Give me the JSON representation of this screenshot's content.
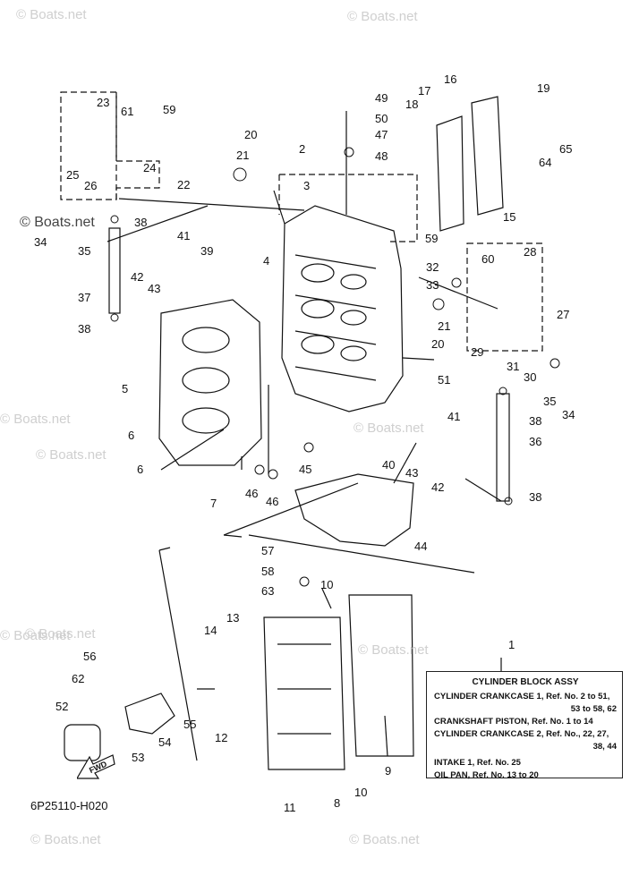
{
  "watermarks": [
    {
      "text": "© Boats.net",
      "style": "light"
    },
    {
      "text": "© Boats.net",
      "style": "light"
    },
    {
      "text": "© Boats.net",
      "style": "dark"
    },
    {
      "text": "© Boats.net",
      "style": "light"
    },
    {
      "text": "© Boats.net",
      "style": "light"
    },
    {
      "text": "© Boats.net",
      "style": "light"
    },
    {
      "text": "© Boats.net",
      "style": "light"
    },
    {
      "text": "© Boats.net",
      "style": "light"
    },
    {
      "text": "© Boats.net",
      "style": "light"
    },
    {
      "text": "© Boats.net",
      "style": "light"
    },
    {
      "text": "© Boats.net",
      "style": "light"
    }
  ],
  "callouts": [
    "23",
    "61",
    "59",
    "25",
    "26",
    "24",
    "22",
    "20",
    "21",
    "2",
    "3",
    "49",
    "50",
    "47",
    "48",
    "17",
    "16",
    "18",
    "19",
    "65",
    "64",
    "15",
    "38",
    "34",
    "35",
    "41",
    "39",
    "42",
    "43",
    "37",
    "38",
    "4",
    "5",
    "6",
    "6",
    "7",
    "46",
    "46",
    "45",
    "59",
    "32",
    "33",
    "60",
    "28",
    "27",
    "21",
    "20",
    "51",
    "29",
    "31",
    "30",
    "35",
    "34",
    "38",
    "36",
    "41",
    "40",
    "43",
    "42",
    "38",
    "44",
    "57",
    "58",
    "63",
    "10",
    "13",
    "14",
    "56",
    "62",
    "52",
    "53",
    "54",
    "55",
    "12",
    "11",
    "8",
    "10",
    "9",
    "1"
  ],
  "info_box": {
    "title": "CYLINDER BLOCK ASSY",
    "lines": [
      "CYLINDER CRANKCASE 1,  Ref. No. 2 to 51,",
      "53 to 58, 62",
      "CRANKSHAFT PISTON,  Ref. No. 1 to 14",
      "CYLINDER CRANKCASE 2,  Ref. No., 22, 27,",
      "38, 44",
      "INTAKE 1,  Ref. No. 25",
      "OIL PAN,  Ref. No. 13 to 20"
    ]
  },
  "fwd_label": "FWD",
  "catalog_code": "6P25110-H020"
}
